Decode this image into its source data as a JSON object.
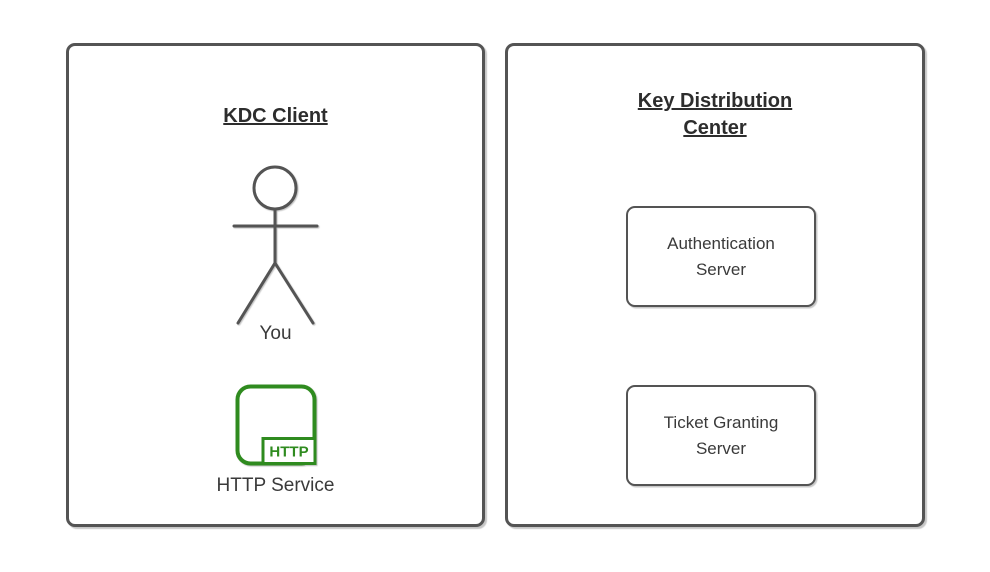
{
  "diagram": {
    "client_panel": {
      "title": "KDC Client",
      "actor_icon": "stick-figure-actor-icon",
      "actor_label": "You",
      "http_icon": "http-service-icon",
      "http_icon_text": "HTTP",
      "service_label": "HTTP Service"
    },
    "kdc_panel": {
      "title": "Key Distribution\nCenter",
      "boxes": [
        {
          "label": "Authentication\nServer"
        },
        {
          "label": "Ticket Granting\nServer"
        }
      ]
    },
    "colors": {
      "shape_border": "#545454",
      "title_text": "#2d2d2d",
      "label_text": "#3a3a3a",
      "http_green": "#2f8b1f",
      "background": "#ffffff"
    }
  }
}
